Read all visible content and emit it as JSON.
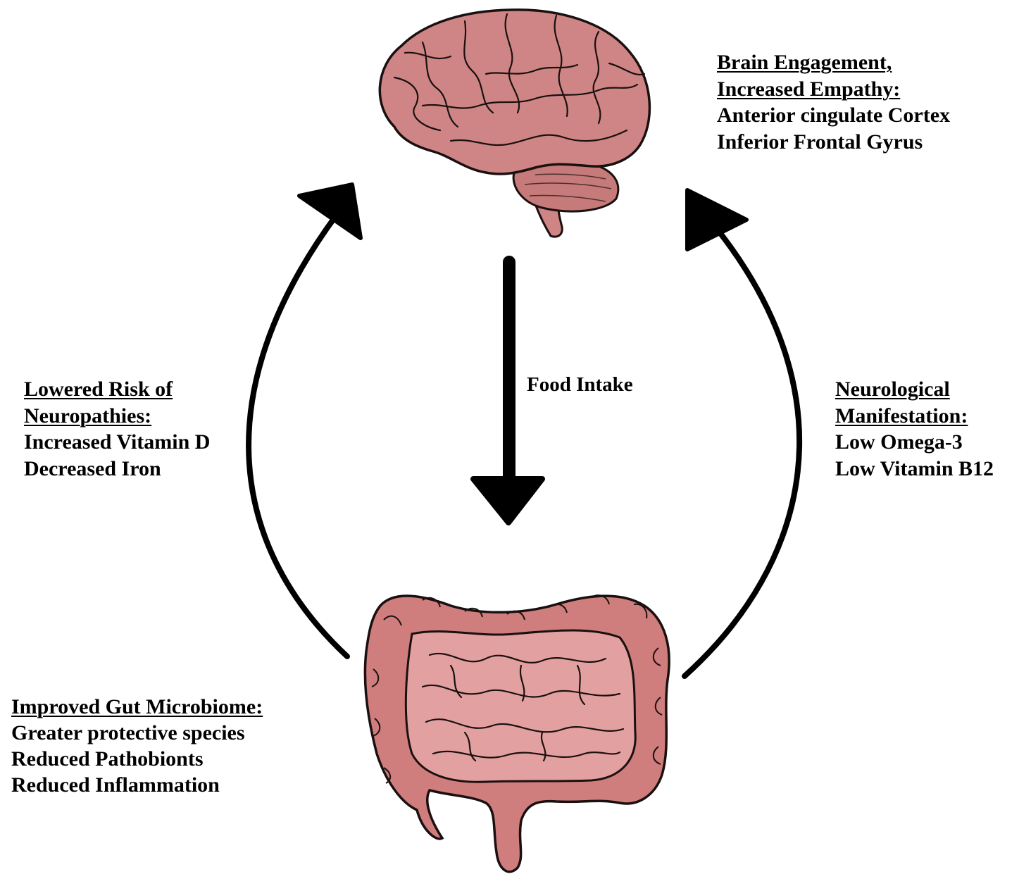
{
  "labels": {
    "brain_engagement": {
      "heading_line1": "Brain Engagement,",
      "heading_line2": "Increased Empathy:",
      "items": [
        "Anterior cingulate Cortex",
        "Inferior Frontal Gyrus"
      ]
    },
    "neuropathies": {
      "heading_line1": "Lowered Risk of",
      "heading_line2": "Neuropathies:",
      "items": [
        "Increased Vitamin D",
        "Decreased Iron"
      ]
    },
    "neurological": {
      "heading_line1": "Neurological",
      "heading_line2": "Manifestation:",
      "items": [
        "Low Omega-3",
        "Low Vitamin B12"
      ]
    },
    "gut_microbiome": {
      "heading": "Improved Gut Microbiome:",
      "items": [
        "Greater protective species",
        "Reduced Pathobionts",
        "Reduced Inflammation"
      ]
    },
    "food_intake": "Food Intake"
  },
  "colors": {
    "brain_fill": "#cf8585",
    "gut_outer": "#cf7d7d",
    "gut_inner": "#e3a0a0",
    "outline": "#1a1010",
    "arrow": "#000000"
  },
  "icons": {
    "brain": "brain-icon",
    "intestine": "intestine-icon"
  }
}
